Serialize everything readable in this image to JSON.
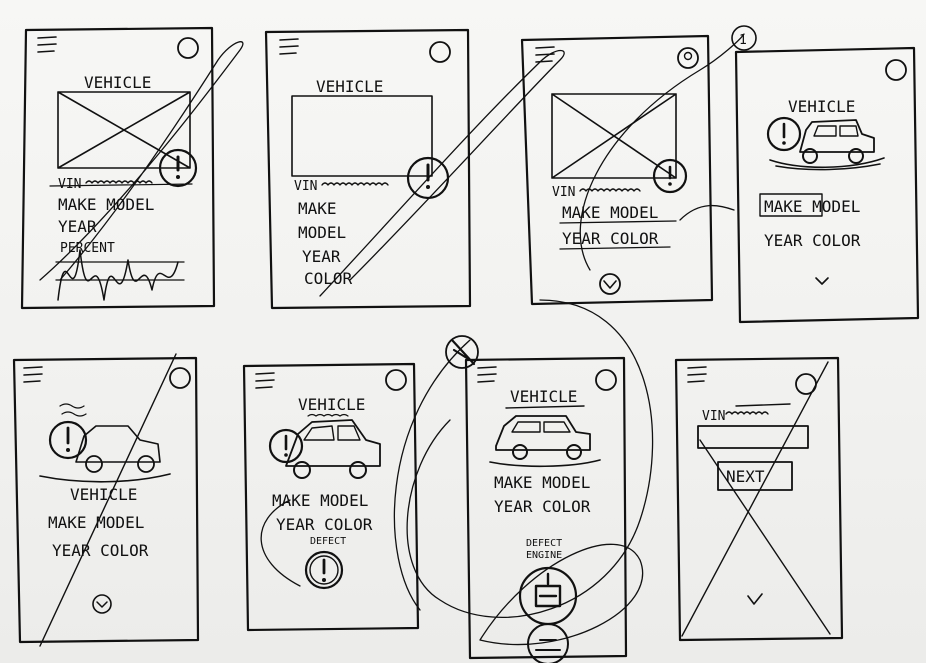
{
  "frames": [
    {
      "title": "VEHICLE",
      "vin": "VIN",
      "lines": [
        "MAKE MODEL",
        "YEAR",
        "PERCENT"
      ]
    },
    {
      "title": "VEHICLE",
      "vin": "VIN",
      "lines": [
        "MAKE",
        "MODEL",
        "YEAR",
        "COLOR"
      ]
    },
    {
      "title": "VEHICLE",
      "vin": "VIN",
      "lines": [
        "MAKE MODEL",
        "YEAR COLOR"
      ]
    },
    {
      "title": "VEHICLE",
      "lines": [
        "MAKE MODEL",
        "YEAR COLOR"
      ]
    },
    {
      "title": "VEHICLE",
      "lines": [
        "MAKE MODEL",
        "YEAR COLOR"
      ]
    },
    {
      "title": "VEHICLE",
      "lines": [
        "MAKE MODEL",
        "YEAR COLOR"
      ],
      "defect": "DEFECT"
    },
    {
      "title": "VEHICLE",
      "lines": [
        "MAKE MODEL",
        "YEAR COLOR"
      ],
      "defect": "DEFECT",
      "defect2": "ENGINE"
    },
    {
      "vin": "VIN",
      "button": "NEXT"
    }
  ],
  "corner_number": "1"
}
